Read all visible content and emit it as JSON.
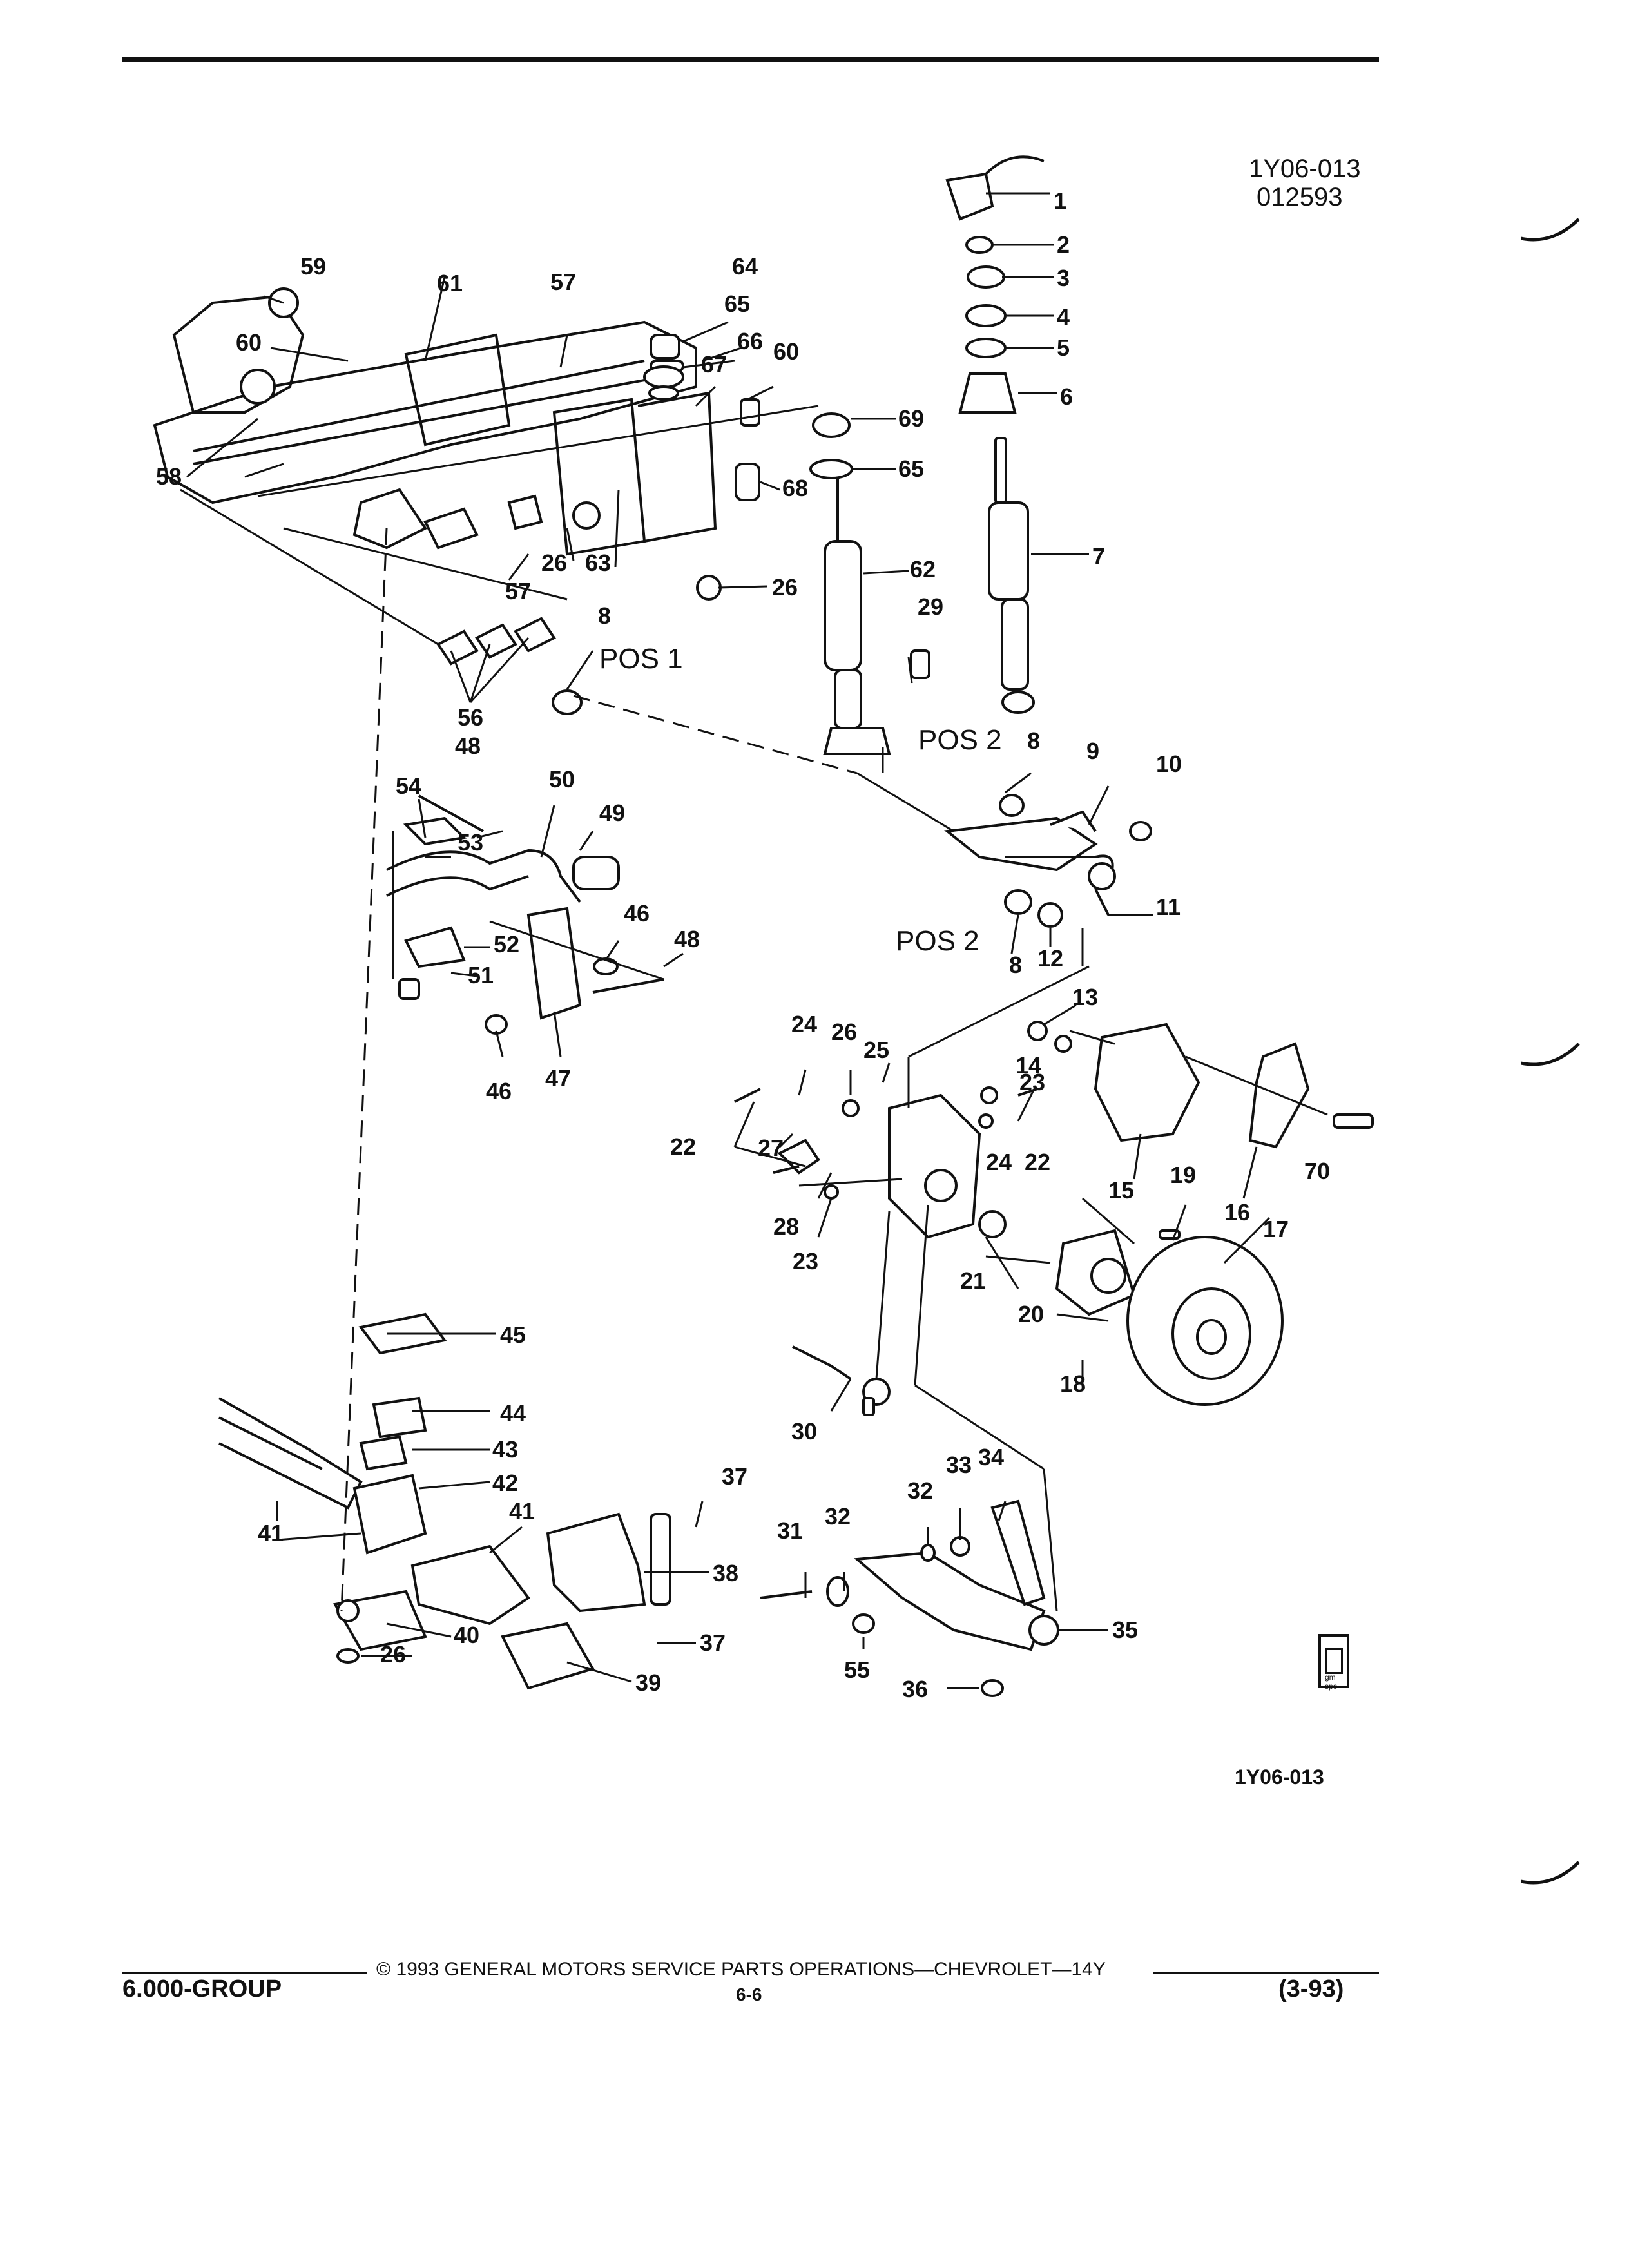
{
  "header": {
    "figure_code": "1Y06-013",
    "figure_date": "012593"
  },
  "figure": {
    "bottom_code": "1Y06-013",
    "pos_labels": [
      "POS 1",
      "POS 2",
      "POS 2"
    ],
    "callouts": [
      {
        "id": "c1",
        "text": "1"
      },
      {
        "id": "c2",
        "text": "2"
      },
      {
        "id": "c3",
        "text": "3"
      },
      {
        "id": "c4",
        "text": "4"
      },
      {
        "id": "c5",
        "text": "5"
      },
      {
        "id": "c6",
        "text": "6"
      },
      {
        "id": "c7",
        "text": "7"
      },
      {
        "id": "c8a",
        "text": "8"
      },
      {
        "id": "c8b",
        "text": "8"
      },
      {
        "id": "c8c",
        "text": "8"
      },
      {
        "id": "c9",
        "text": "9"
      },
      {
        "id": "c10",
        "text": "10"
      },
      {
        "id": "c11",
        "text": "11"
      },
      {
        "id": "c12",
        "text": "12"
      },
      {
        "id": "c13",
        "text": "13"
      },
      {
        "id": "c14",
        "text": "14"
      },
      {
        "id": "c15",
        "text": "15"
      },
      {
        "id": "c16",
        "text": "16"
      },
      {
        "id": "c17",
        "text": "17"
      },
      {
        "id": "c18",
        "text": "18"
      },
      {
        "id": "c19",
        "text": "19"
      },
      {
        "id": "c20",
        "text": "20"
      },
      {
        "id": "c21",
        "text": "21"
      },
      {
        "id": "c22a",
        "text": "22"
      },
      {
        "id": "c22b",
        "text": "22"
      },
      {
        "id": "c23a",
        "text": "23"
      },
      {
        "id": "c23b",
        "text": "23"
      },
      {
        "id": "c24a",
        "text": "24"
      },
      {
        "id": "c24b",
        "text": "24"
      },
      {
        "id": "c25",
        "text": "25"
      },
      {
        "id": "c26a",
        "text": "26"
      },
      {
        "id": "c26b",
        "text": "26"
      },
      {
        "id": "c26c",
        "text": "26"
      },
      {
        "id": "c26d",
        "text": "26"
      },
      {
        "id": "c27",
        "text": "27"
      },
      {
        "id": "c28",
        "text": "28"
      },
      {
        "id": "c29",
        "text": "29"
      },
      {
        "id": "c30",
        "text": "30"
      },
      {
        "id": "c31",
        "text": "31"
      },
      {
        "id": "c32a",
        "text": "32"
      },
      {
        "id": "c32b",
        "text": "32"
      },
      {
        "id": "c33",
        "text": "33"
      },
      {
        "id": "c34",
        "text": "34"
      },
      {
        "id": "c35",
        "text": "35"
      },
      {
        "id": "c36",
        "text": "36"
      },
      {
        "id": "c37a",
        "text": "37"
      },
      {
        "id": "c37b",
        "text": "37"
      },
      {
        "id": "c38",
        "text": "38"
      },
      {
        "id": "c39",
        "text": "39"
      },
      {
        "id": "c40",
        "text": "40"
      },
      {
        "id": "c41a",
        "text": "41"
      },
      {
        "id": "c41b",
        "text": "41"
      },
      {
        "id": "c42",
        "text": "42"
      },
      {
        "id": "c43",
        "text": "43"
      },
      {
        "id": "c44",
        "text": "44"
      },
      {
        "id": "c45",
        "text": "45"
      },
      {
        "id": "c46a",
        "text": "46"
      },
      {
        "id": "c46b",
        "text": "46"
      },
      {
        "id": "c47",
        "text": "47"
      },
      {
        "id": "c48a",
        "text": "48"
      },
      {
        "id": "c48b",
        "text": "48"
      },
      {
        "id": "c49",
        "text": "49"
      },
      {
        "id": "c50",
        "text": "50"
      },
      {
        "id": "c51",
        "text": "51"
      },
      {
        "id": "c52",
        "text": "52"
      },
      {
        "id": "c53",
        "text": "53"
      },
      {
        "id": "c54",
        "text": "54"
      },
      {
        "id": "c55",
        "text": "55"
      },
      {
        "id": "c56",
        "text": "56"
      },
      {
        "id": "c57a",
        "text": "57"
      },
      {
        "id": "c57b",
        "text": "57"
      },
      {
        "id": "c58",
        "text": "58"
      },
      {
        "id": "c59",
        "text": "59"
      },
      {
        "id": "c60a",
        "text": "60"
      },
      {
        "id": "c60b",
        "text": "60"
      },
      {
        "id": "c61",
        "text": "61"
      },
      {
        "id": "c62",
        "text": "62"
      },
      {
        "id": "c63",
        "text": "63"
      },
      {
        "id": "c64",
        "text": "64"
      },
      {
        "id": "c65a",
        "text": "65"
      },
      {
        "id": "c65b",
        "text": "65"
      },
      {
        "id": "c66",
        "text": "66"
      },
      {
        "id": "c67",
        "text": "67"
      },
      {
        "id": "c68",
        "text": "68"
      },
      {
        "id": "c69",
        "text": "69"
      },
      {
        "id": "c70",
        "text": "70"
      }
    ]
  },
  "footer": {
    "group": "6.000-GROUP",
    "copyright": "© 1993  GENERAL MOTORS SERVICE PARTS OPERATIONS—CHEVROLET—14Y",
    "page": "6-6",
    "date": "(3-93)"
  },
  "logo": {
    "icon": "gm-spo-logo-icon",
    "text": "gm spo"
  }
}
